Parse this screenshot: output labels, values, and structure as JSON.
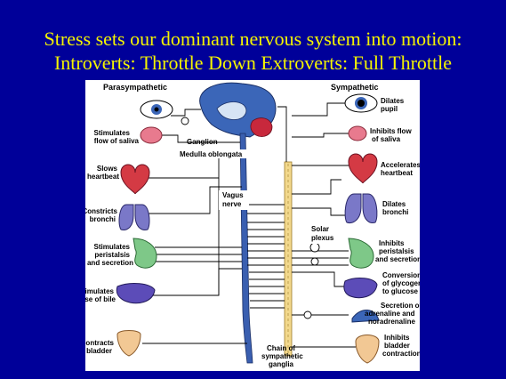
{
  "slide": {
    "title_line1": "Stress sets our dominant nervous system into motion:",
    "title_line2": "Introverts:  Throttle Down     Extroverts:  Full Throttle",
    "title_color": "#f4f400",
    "background_color": "#000099"
  },
  "diagram": {
    "left_header": "Parasympathetic",
    "right_header": "Sympathetic",
    "center_labels": {
      "ganglion": "Ganglion",
      "medulla": "Medulla oblongata",
      "vagus_1": "Vagus",
      "vagus_2": "nerve",
      "solar_1": "Solar",
      "solar_2": "plexus",
      "chain_1": "Chain of",
      "chain_2": "sympathetic",
      "chain_3": "ganglia"
    },
    "left_labels": {
      "saliva_1": "Stimulates",
      "saliva_2": "flow of saliva",
      "heart_1": "Slows",
      "heart_2": "heartbeat",
      "bronchi_1": "Constricts",
      "bronchi_2": "bronchi",
      "stomach_1": "Stimulates",
      "stomach_2": "peristalsis",
      "stomach_3": "and secretion",
      "liver_1": "Stimulates",
      "liver_2": "release of bile",
      "bladder_1": "Contracts",
      "bladder_2": "bladder"
    },
    "right_labels": {
      "pupil_1": "Dilates",
      "pupil_2": "pupil",
      "saliva_1": "Inhibits flow",
      "saliva_2": "of saliva",
      "heart_1": "Accelerates",
      "heart_2": "heartbeat",
      "bronchi_1": "Dilates",
      "bronchi_2": "bronchi",
      "stomach_1": "Inhibits",
      "stomach_2": "peristalsis",
      "stomach_3": "and secretion",
      "liver_1": "Conversion",
      "liver_2": "of glycogen",
      "liver_3": "to glucose",
      "adrenal_1": "Secretion of",
      "adrenal_2": "adrenaline and",
      "adrenal_3": "noradrenaline",
      "bladder_1": "Inhibits",
      "bladder_2": "bladder",
      "bladder_3": "contraction"
    }
  }
}
